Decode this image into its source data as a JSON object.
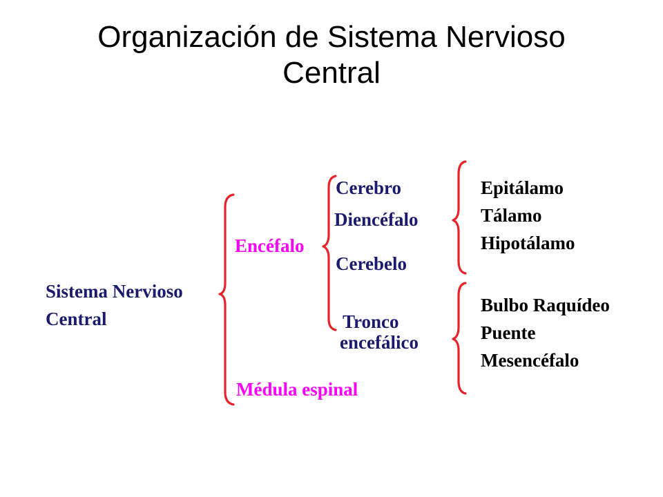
{
  "title": {
    "line1": "Organización de Sistema Nervioso",
    "line2": "Central"
  },
  "colors": {
    "brace": "#e8232a",
    "root_text": "#1a1a6e",
    "level1_text": "#ff00ff",
    "level2_text": "#1a1a6e",
    "level3_text": "#000000"
  },
  "diagram": {
    "root": {
      "line1": "Sistema Nervioso",
      "line2": "Central"
    },
    "level1": {
      "encefalo": "Encéfalo",
      "medula": "Médula espinal"
    },
    "level2": {
      "cerebro": "Cerebro",
      "diencefalo": "Diencéfalo",
      "cerebelo": "Cerebelo",
      "tronco_line1": "Tronco",
      "tronco_line2": "encefálico"
    },
    "level3_diencefalo": [
      "Epitálamo",
      "Tálamo",
      "Hipotálamo"
    ],
    "level3_tronco": [
      "Bulbo Raquídeo",
      "Puente",
      "Mesencéfalo"
    ]
  }
}
